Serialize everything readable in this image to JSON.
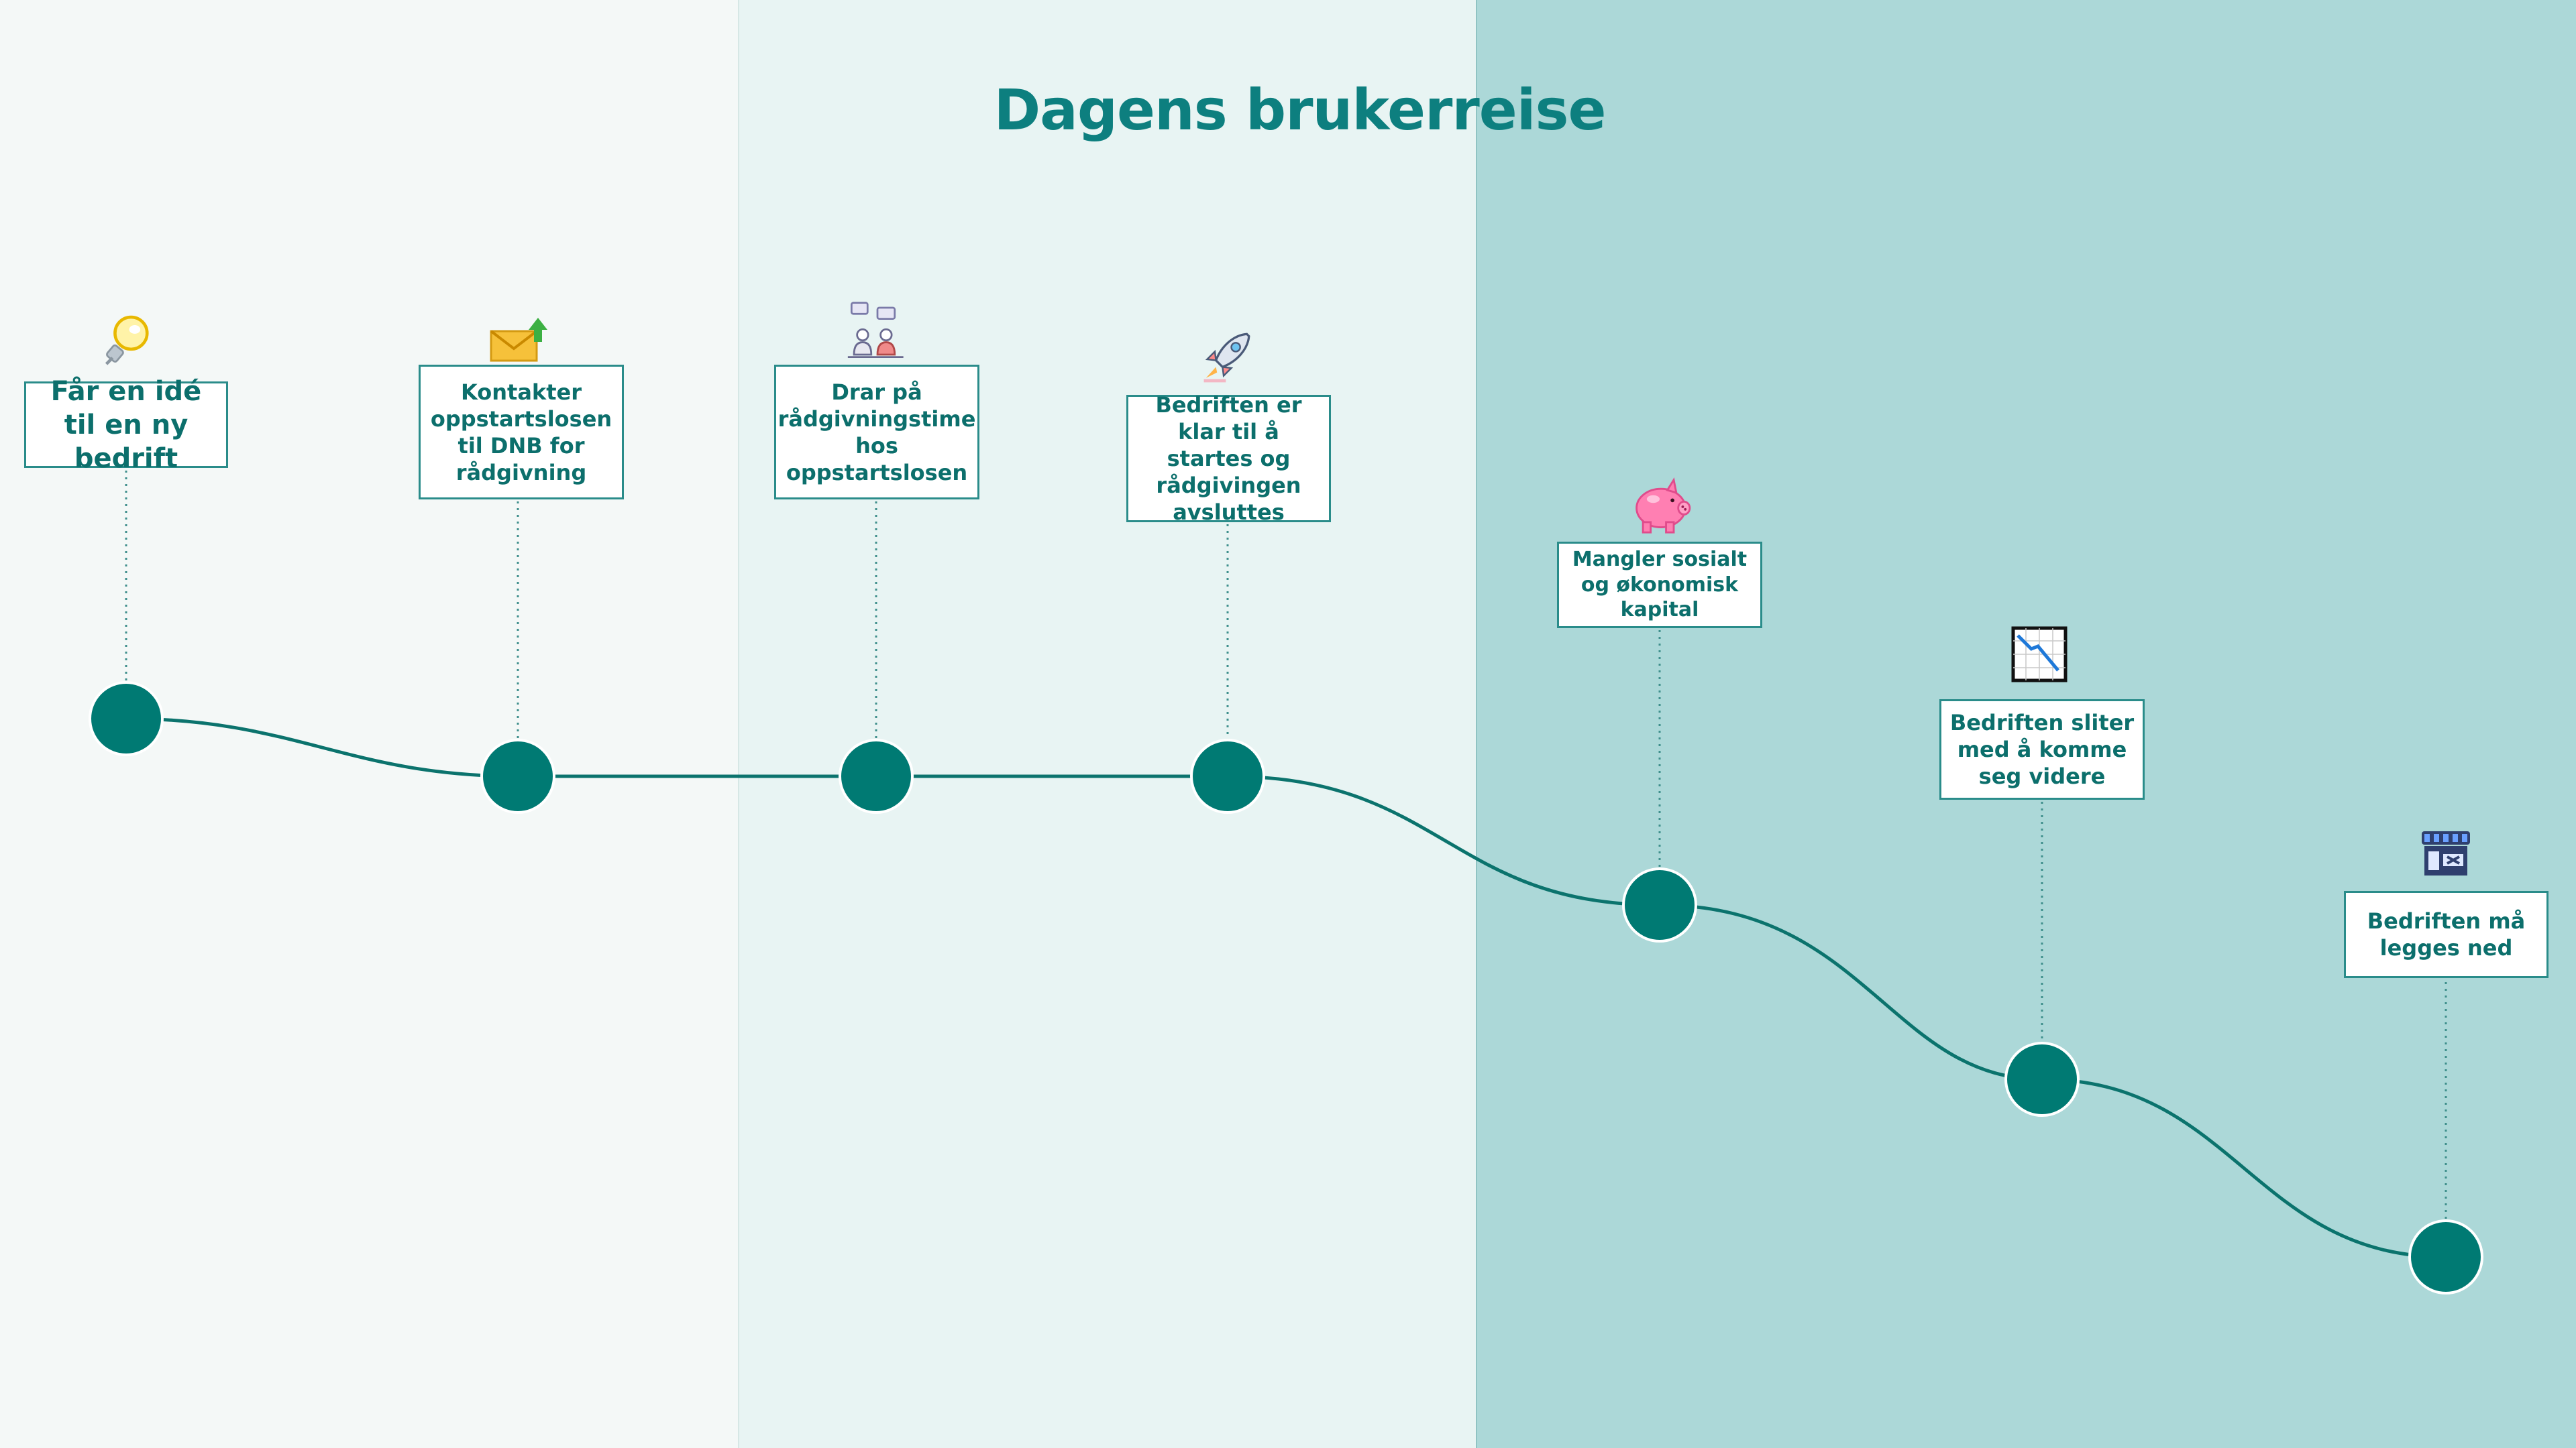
{
  "title": "Dagens brukerreise",
  "steps": [
    {
      "label": "Får en idé til en ny bedrift",
      "icon": "lightbulb-icon"
    },
    {
      "label": "Kontakter oppstartslosen til DNB for rådgivning",
      "icon": "envelope-upload-icon"
    },
    {
      "label": "Drar på rådgivningstime hos oppstartslosen",
      "icon": "people-chat-icon"
    },
    {
      "label": "Bedriften er klar til å startes og rådgivingen avsluttes",
      "icon": "rocket-icon"
    },
    {
      "label": "Mangler sosialt og økonomisk kapital",
      "icon": "piggy-bank-icon"
    },
    {
      "label": "Bedriften sliter med å komme seg videre",
      "icon": "declining-chart-icon"
    },
    {
      "label": "Bedriften må legges ned",
      "icon": "closed-shop-icon"
    }
  ],
  "colors": {
    "accent": "#007a73",
    "title": "#0d7f7f",
    "box_text": "#0c6f6c",
    "box_border": "#2a8c8a",
    "band_1": "#f4f8f7",
    "band_2": "#e8f4f3",
    "band_3": "#acd8d8"
  }
}
